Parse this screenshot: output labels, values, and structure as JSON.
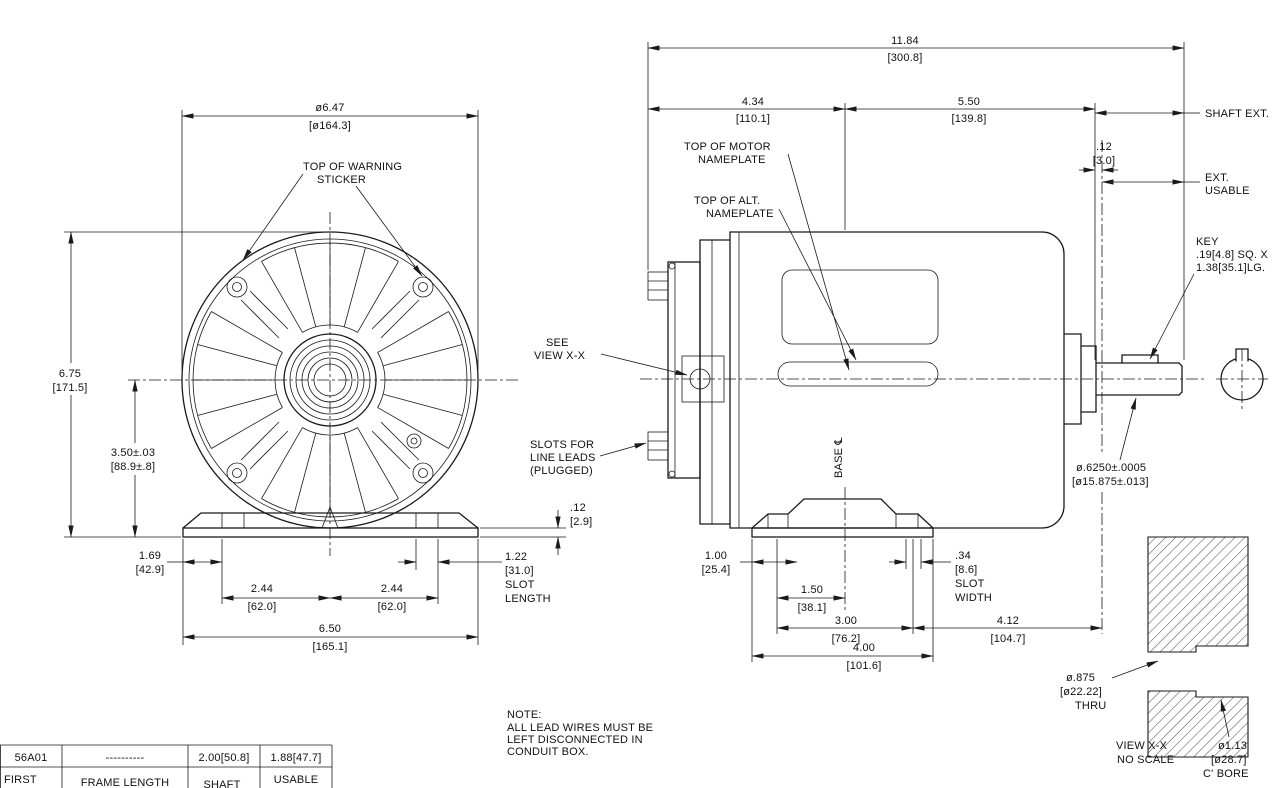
{
  "front_view": {
    "dia": [
      "ø6.47",
      "[ø164.3]"
    ],
    "warning_sticker": [
      "TOP OF WARNING",
      "STICKER"
    ],
    "overall_height": [
      "6.75",
      "[171.5]"
    ],
    "shaft_height": [
      "3.50±.03",
      "[88.9±.8]"
    ],
    "base_thickness": [
      ".12",
      "[2.9]"
    ],
    "foot_edge": [
      "1.69",
      "[42.9]"
    ],
    "slot_length": [
      "1.22",
      "[31.0]",
      "SLOT",
      "LENGTH"
    ],
    "bolt_half_left": [
      "2.44",
      "[62.0]"
    ],
    "bolt_half_right": [
      "2.44",
      "[62.0]"
    ],
    "base_width": [
      "6.50",
      "[165.1]"
    ]
  },
  "side_view": {
    "overall_length": [
      "11.84",
      "[300.8]"
    ],
    "front_length": [
      "4.34",
      "[110.1]"
    ],
    "body_length": [
      "5.50",
      "[139.8]"
    ],
    "shoulder_gap": [
      ".12",
      "[3.0]"
    ],
    "shaft_ext_label": "SHAFT EXT.",
    "ext_usable_label": [
      "EXT.",
      "USABLE"
    ],
    "key_label": [
      "KEY",
      ".19[4.8] SQ. X",
      "1.38[35.1]LG."
    ],
    "motor_nameplate_label": [
      "TOP OF MOTOR",
      "NAMEPLATE"
    ],
    "alt_nameplate_label": [
      "TOP OF ALT.",
      "NAMEPLATE"
    ],
    "see_view_label": [
      "SEE",
      "VIEW X-X"
    ],
    "slots_label": [
      "SLOTS FOR",
      "LINE LEADS",
      "(PLUGGED)"
    ],
    "base_centerline_label": "BASE ℄",
    "shaft_diameter": [
      "ø.6250±.0005",
      "[ø15.875±.013]"
    ],
    "foot_front": [
      "1.00",
      "[25.4]"
    ],
    "slot_to_center": [
      "1.50",
      "[38.1]"
    ],
    "slot_spacing": [
      "3.00",
      "[76.2]"
    ],
    "base_length": [
      "4.00",
      "[101.6]"
    ],
    "slot_width": [
      ".34",
      "[8.6]",
      "SLOT",
      "WIDTH"
    ],
    "foot_to_shoulder": [
      "4.12",
      "[104.7]"
    ]
  },
  "detail_view": {
    "thru_hole": [
      "ø.875",
      "[ø22.22]",
      "THRU"
    ],
    "title": [
      "VIEW X-X",
      "NO SCALE"
    ],
    "counterbore": [
      "ø1.13",
      "[ø28.7]",
      "C' BORE"
    ]
  },
  "note": [
    "NOTE:",
    "ALL LEAD WIRES MUST BE",
    "LEFT DISCONNECTED IN",
    "CONDUIT BOX."
  ],
  "table": {
    "rows": [
      [
        "56A01",
        "----------",
        "2.00[50.8]",
        "1.88[47.7]"
      ],
      [
        "FIRST",
        "FRAME LENGTH",
        "SHAFT",
        "USABLE"
      ]
    ]
  },
  "colors": {
    "line": "#1a1a1a",
    "background": "#ffffff"
  }
}
